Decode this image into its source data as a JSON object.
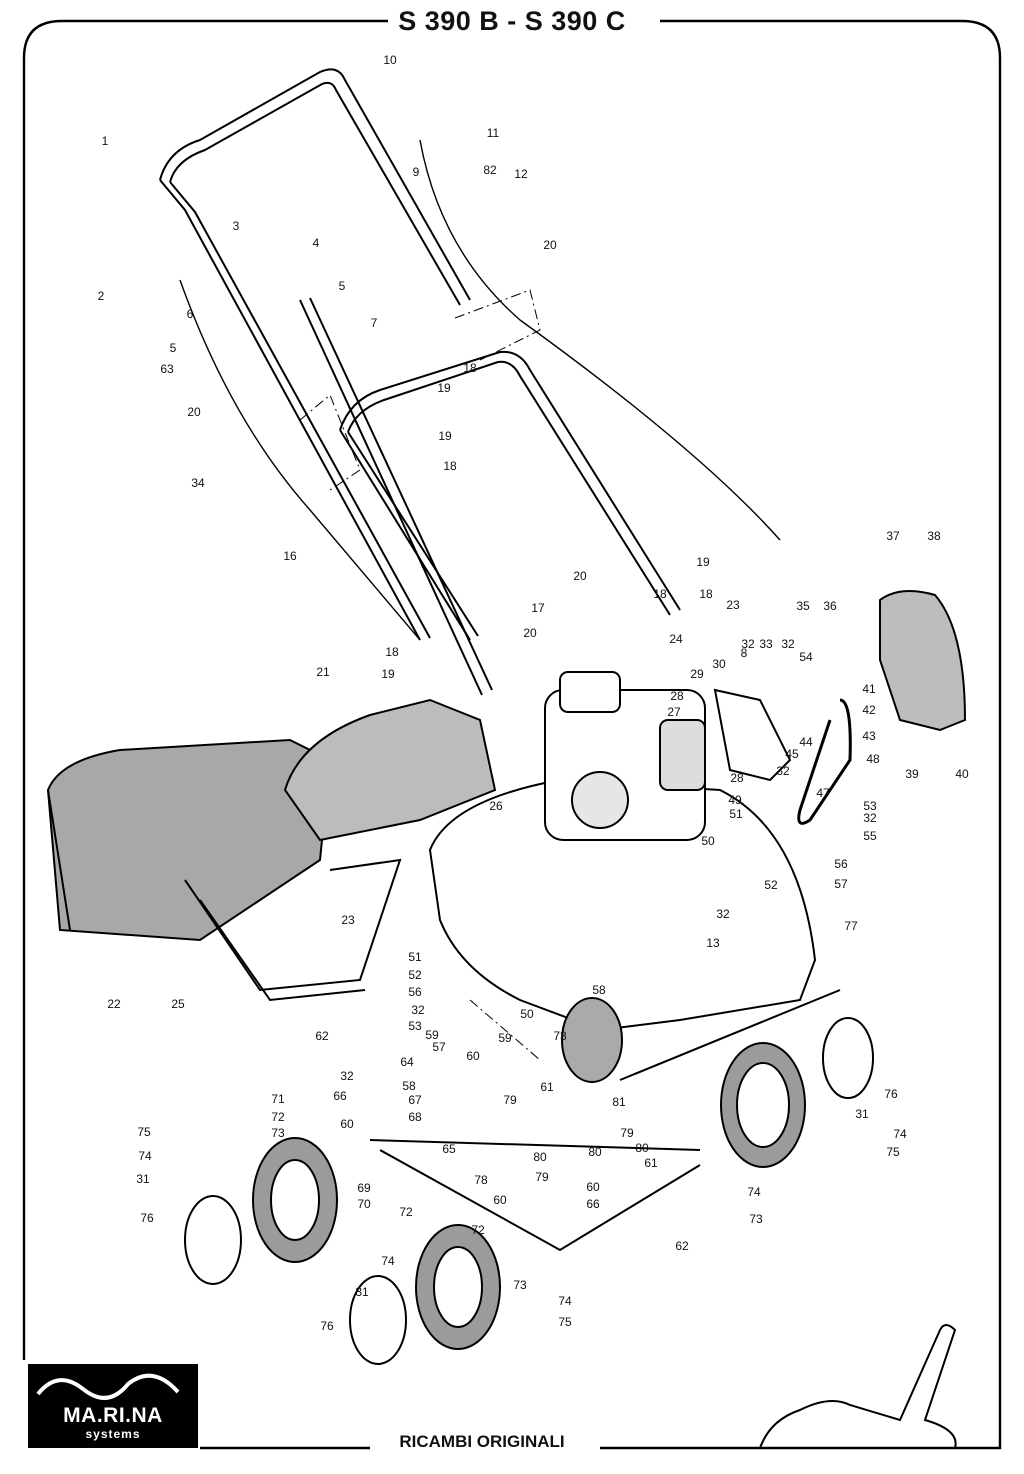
{
  "title": "S 390 B - S 390 C",
  "footer": "RICAMBI ORIGINALI",
  "brand": {
    "name": "MA.RI.NA",
    "tagline": "systems"
  },
  "callouts": [
    "1",
    "2",
    "3",
    "4",
    "5",
    "5",
    "6",
    "7",
    "9",
    "10",
    "11",
    "12",
    "82",
    "16",
    "17",
    "18",
    "18",
    "18",
    "18",
    "18",
    "19",
    "19",
    "19",
    "19",
    "20",
    "20",
    "20",
    "20",
    "21",
    "22",
    "23",
    "23",
    "24",
    "25",
    "26",
    "27",
    "28",
    "28",
    "29",
    "30",
    "31",
    "31",
    "31",
    "32",
    "32",
    "32",
    "32",
    "32",
    "32",
    "32",
    "33",
    "34",
    "35",
    "36",
    "37",
    "38",
    "39",
    "40",
    "41",
    "42",
    "43",
    "44",
    "45",
    "47",
    "48",
    "49",
    "50",
    "50",
    "51",
    "51",
    "52",
    "52",
    "53",
    "53",
    "54",
    "55",
    "56",
    "56",
    "57",
    "57",
    "58",
    "58",
    "59",
    "59",
    "60",
    "60",
    "60",
    "60",
    "61",
    "61",
    "62",
    "62",
    "63",
    "64",
    "65",
    "66",
    "66",
    "67",
    "68",
    "69",
    "70",
    "71",
    "72",
    "72",
    "72",
    "73",
    "73",
    "73",
    "73",
    "74",
    "74",
    "74",
    "74",
    "74",
    "75",
    "75",
    "75",
    "76",
    "76",
    "76",
    "77",
    "78",
    "79",
    "79",
    "79",
    "80",
    "80",
    "80",
    "81",
    "8",
    "13"
  ]
}
